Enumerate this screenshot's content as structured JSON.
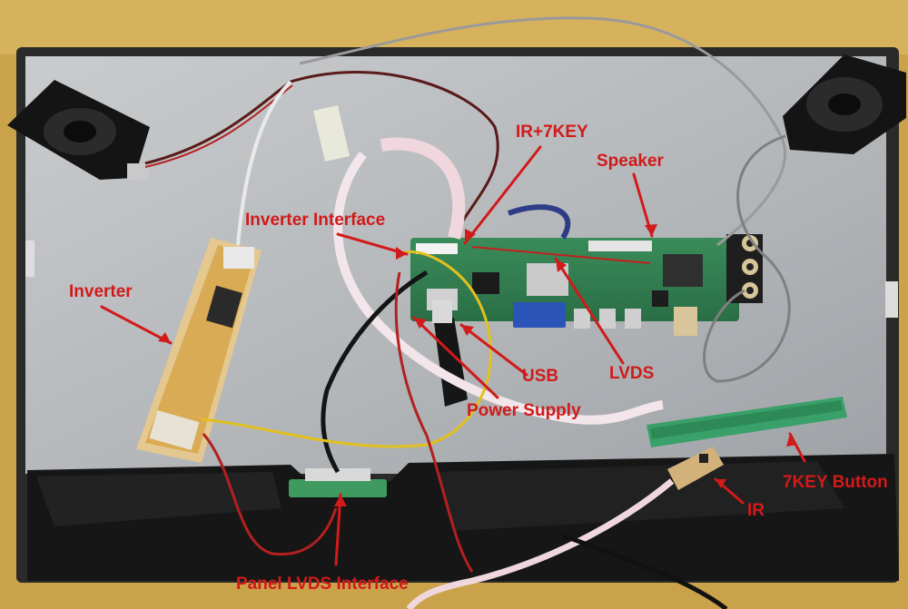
{
  "labels": {
    "ir_7key": "IR+7KEY",
    "speaker": "Speaker",
    "inverter_interface": "Inverter Interface",
    "inverter": "Inverter",
    "usb": "USB",
    "lvds": "LVDS",
    "power_supply": "Power Supply",
    "key_button": "7KEY Button",
    "ir": "IR",
    "panel_lvds": "Panel LVDS Interface"
  },
  "colors": {
    "label_red": "#d11a1a",
    "backdrop_yellow": "#caa24a",
    "panel_grey": "#b7b9bb",
    "pcb_green": "#2e7d4f"
  }
}
